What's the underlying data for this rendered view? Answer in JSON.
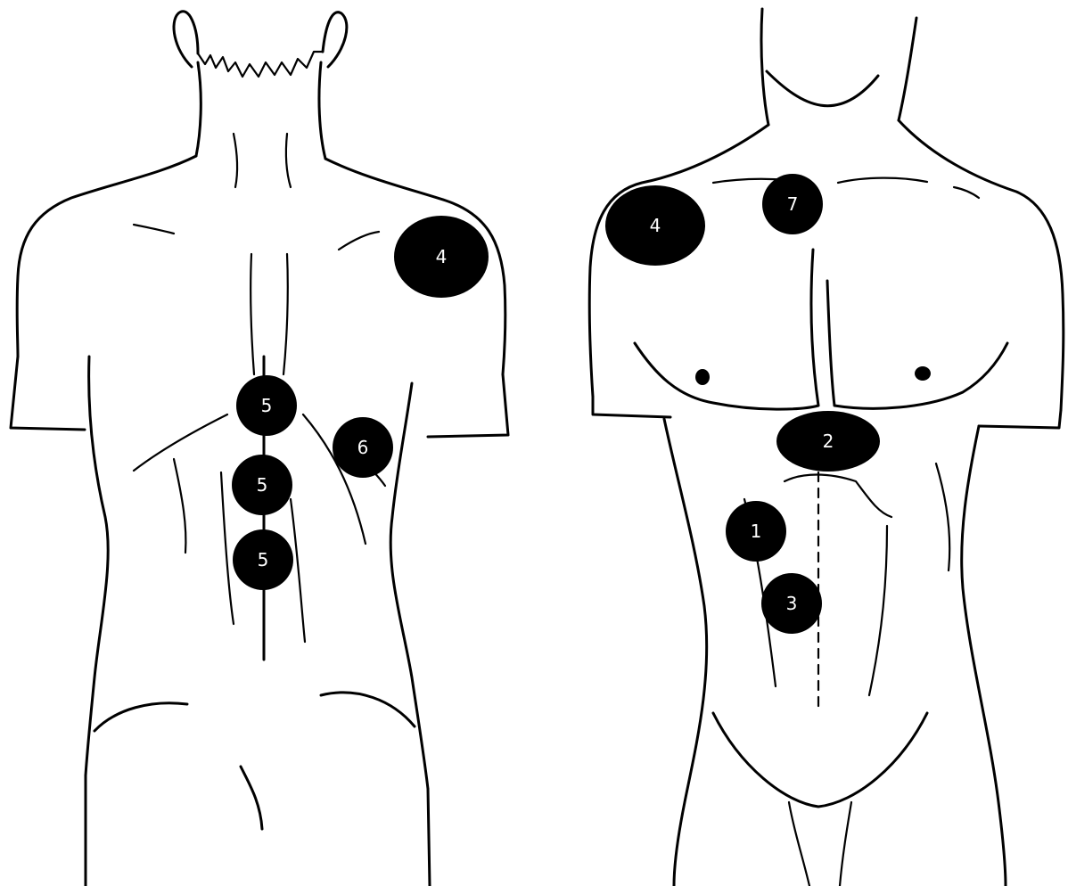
{
  "figure": {
    "views": [
      {
        "view": "back",
        "markers": [
          {
            "id": "back-4",
            "label": "4"
          },
          {
            "id": "back-5a",
            "label": "5"
          },
          {
            "id": "back-6",
            "label": "6"
          },
          {
            "id": "back-5b",
            "label": "5"
          },
          {
            "id": "back-5c",
            "label": "5"
          }
        ]
      },
      {
        "view": "front",
        "markers": [
          {
            "id": "front-4",
            "label": "4"
          },
          {
            "id": "front-7",
            "label": "7"
          },
          {
            "id": "front-2",
            "label": "2"
          },
          {
            "id": "front-1",
            "label": "1"
          },
          {
            "id": "front-3",
            "label": "3"
          }
        ]
      }
    ],
    "colors": {
      "line": "#000000",
      "marker_fill": "#000000",
      "marker_text": "#ffffff",
      "background": "#ffffff"
    }
  }
}
